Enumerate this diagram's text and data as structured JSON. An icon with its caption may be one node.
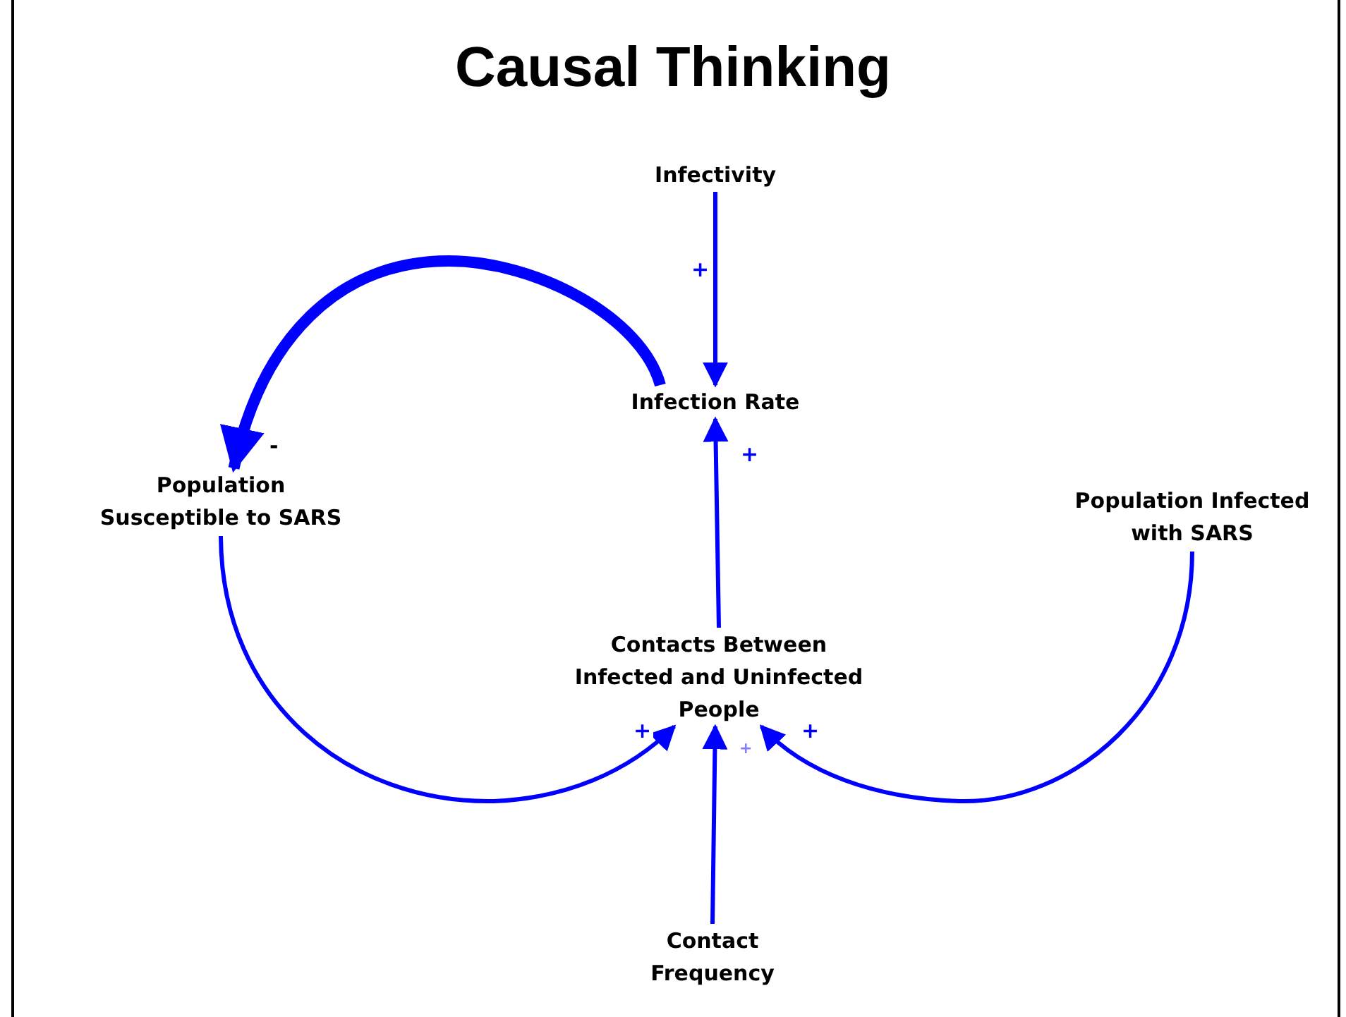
{
  "diagram": {
    "title": "Causal Thinking",
    "nodes": [
      {
        "text": [
          "Infectivity"
        ]
      },
      {
        "text": [
          "Infection Rate"
        ]
      },
      {
        "text": [
          "Population Susceptible to SARS"
        ]
      },
      {
        "text": [
          "Population Infected with SARS"
        ]
      },
      {
        "text": [
          "Contacts Between Infected and Uninfected People"
        ]
      },
      {
        "text": [
          "Contact Frequency"
        ]
      }
    ],
    "edges": [
      {
        "from": 0,
        "to": 1,
        "arrow": "to",
        "label": "+"
      },
      {
        "from": 4,
        "to": 1,
        "arrow": "to",
        "label": "+"
      },
      {
        "from": 1,
        "to": 2,
        "arrow": "to",
        "label": "-",
        "style": "thick"
      },
      {
        "from": 2,
        "to": 4,
        "arrow": "to",
        "label": "+"
      },
      {
        "from": 3,
        "to": 4,
        "arrow": "to",
        "label": "+"
      },
      {
        "from": 5,
        "to": 4,
        "arrow": "to",
        "label": "+"
      }
    ]
  }
}
